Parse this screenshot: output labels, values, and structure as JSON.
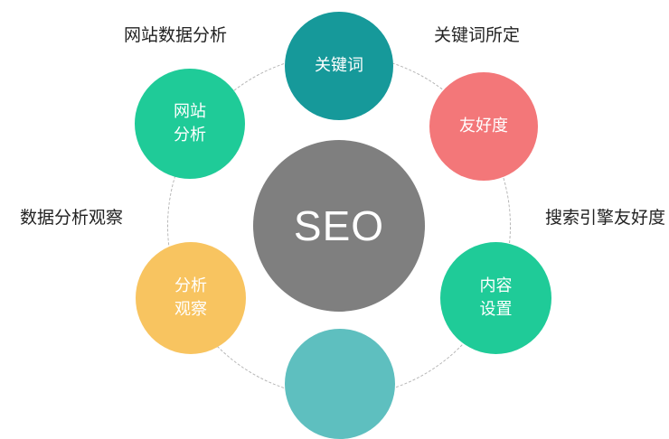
{
  "diagram": {
    "center": {
      "label": "SEO",
      "color": "#7f7f7f"
    },
    "nodes": [
      {
        "id": "keywords",
        "lines": [
          "关键词"
        ],
        "color": "#16999a"
      },
      {
        "id": "website-analysis",
        "lines": [
          "网站",
          "分析"
        ],
        "color": "#1fcb98"
      },
      {
        "id": "friendliness",
        "lines": [
          "友好度"
        ],
        "color": "#f37779"
      },
      {
        "id": "analysis-observation",
        "lines": [
          "分析",
          "观察"
        ],
        "color": "#f8c460"
      },
      {
        "id": "content-settings",
        "lines": [
          "内容",
          "设置"
        ],
        "color": "#1fcb98"
      },
      {
        "id": "bottom-node",
        "lines": [],
        "color": "#5ebfbf"
      }
    ],
    "labels": {
      "top_left": "网站数据分析",
      "top_right": "关键词所定",
      "middle_left": "数据分析观察",
      "middle_right": "搜索引擎友好度"
    },
    "ring_color": "#b5b5b5"
  }
}
